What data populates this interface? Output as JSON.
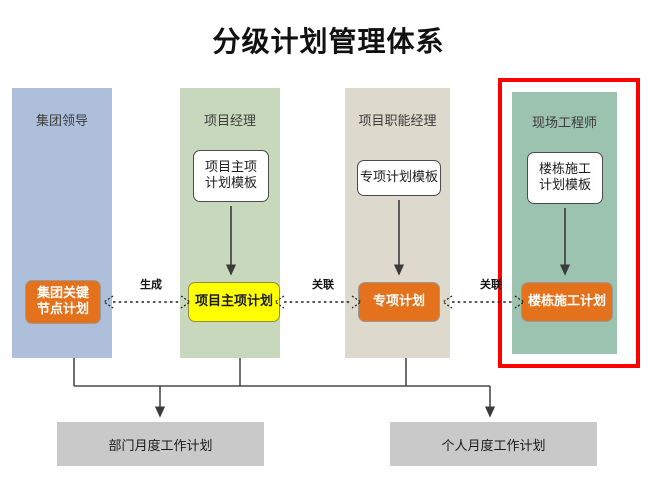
{
  "title": "分级计划管理体系",
  "lanes": [
    {
      "id": "group-leader",
      "label": "集团领导",
      "color": "#aebfdb",
      "template": null,
      "plan": {
        "label": "集团关键\n节点计划",
        "style": "orange"
      }
    },
    {
      "id": "project-manager",
      "label": "项目经理",
      "color": "#c8d8bc",
      "template": {
        "label": "项目主项\n计划模板"
      },
      "plan": {
        "label": "项目主项计划",
        "style": "yellow"
      }
    },
    {
      "id": "functional-manager",
      "label": "项目职能经理",
      "color": "#ddd9cd",
      "template": {
        "label": "专项计划模板"
      },
      "plan": {
        "label": "专项计划",
        "style": "orange"
      }
    },
    {
      "id": "site-engineer",
      "label": "现场工程师",
      "color": "#9cc2b0",
      "highlight": true,
      "highlight_color": "#ff0000",
      "template": {
        "label": "楼栋施工\n计划模板"
      },
      "plan": {
        "label": "楼栋施工计划",
        "style": "orange"
      }
    }
  ],
  "connectors": [
    {
      "id": "conn-1",
      "label": "生成"
    },
    {
      "id": "conn-2",
      "label": "关联"
    },
    {
      "id": "conn-3",
      "label": "关联"
    }
  ],
  "outputs": [
    {
      "id": "dept-monthly",
      "label": "部门月度工作计划"
    },
    {
      "id": "personal-monthly",
      "label": "个人月度工作计划"
    }
  ]
}
